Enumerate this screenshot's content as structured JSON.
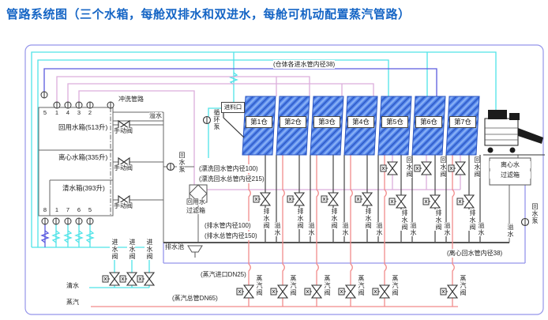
{
  "title": "管路系统图（三个水箱，每舱双排水和双进水，每舱可机动配置蒸汽管路）",
  "colors": {
    "title_blue": "#1565c5",
    "pipe_cyan": "#4fe3e8",
    "pipe_blue": "#5a5adf",
    "pipe_pink": "#dcaedc",
    "pipe_red": "#f28b8b",
    "pipe_violet": "#9595ea",
    "cabin_fill": "#4d7fe8"
  },
  "tanks": {
    "reuse": "回用水箱(513升)",
    "centrifugal": "离心水箱(335升)",
    "clean": "清水箱(393升)",
    "top_ports": [
      "5",
      "1",
      "4",
      "3",
      "2"
    ],
    "bottom_ports": [
      "8",
      "1",
      "7",
      "6",
      "5"
    ]
  },
  "cabins": [
    "第1仓",
    "第2仓",
    "第3仓",
    "第4仓",
    "第5仓",
    "第6仓",
    "第7仓"
  ],
  "labels": {
    "flush_line": "冲洗管路",
    "overflow": "溢水",
    "manual_valve": "手动阀",
    "feed_inlet": "进料口",
    "circulation_pump": "循环泵",
    "return_pump": "回水泵",
    "reuse_filter_1": "回用水",
    "reuse_filter_2": "过滤箱",
    "drain_pool": "排水池",
    "centrifugal_filter_1": "离心水",
    "centrifugal_filter_2": "过滤箱",
    "inlet_valve": "进水阀",
    "steam_valve": "蒸汽阀",
    "drain_valve": "排水阀",
    "return_valve": "回水阀",
    "clean_water": "清水",
    "steam": "蒸汽"
  },
  "notes": {
    "cabin_inlet": "(仓体各进水管内径38)",
    "rinse_return": "(漂洗回水管内径100)",
    "rinse_return_main": "(漂洗回水总管内径215)",
    "drain_pipe": "(排水管内径100)",
    "drain_main": "(排水总管内径150)",
    "centrifugal_return": "(离心回水管内径38)",
    "steam_inlet": "(蒸汽进口DN25)",
    "steam_main": "(蒸汽总管DN65)"
  }
}
